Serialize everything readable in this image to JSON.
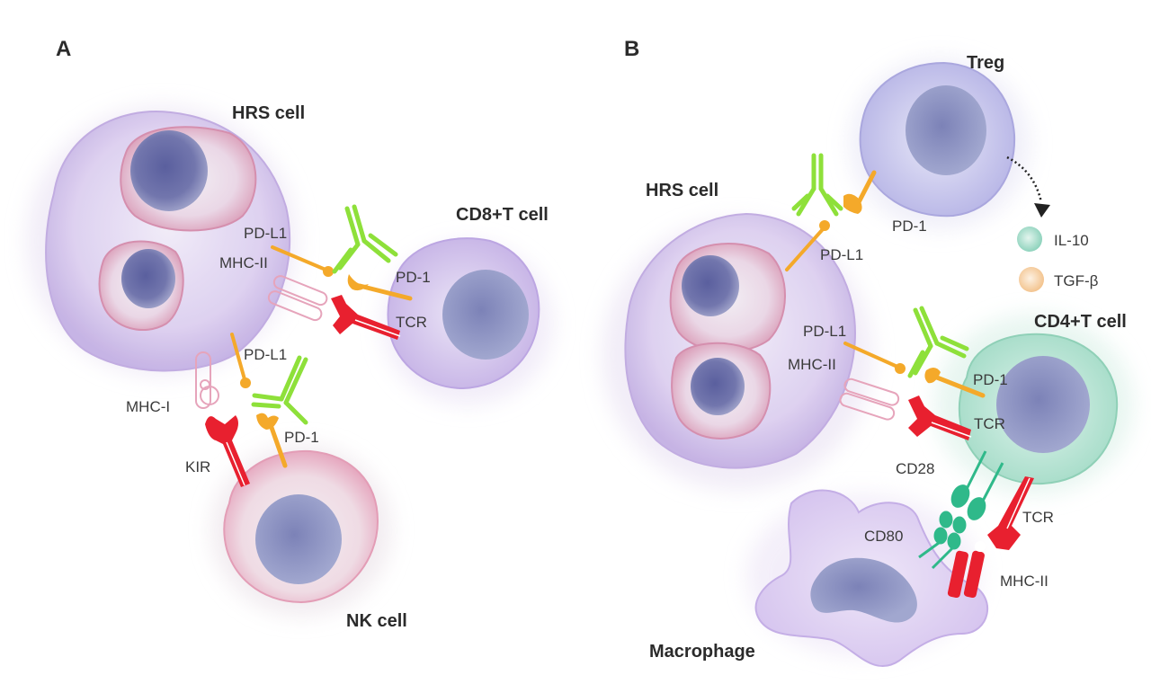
{
  "panels": {
    "a": {
      "letter": "A",
      "cells": {
        "hrs": "HRS cell",
        "cd8": "CD8+T cell",
        "nk": "NK cell"
      },
      "labels": {
        "pdl1_top": "PD-L1",
        "mhc2": "MHC-II",
        "pd1_cd8": "PD-1",
        "tcr": "TCR",
        "pdl1_bottom": "PD-L1",
        "mhc1": "MHC-I",
        "pd1_nk": "PD-1",
        "kir": "KIR"
      }
    },
    "b": {
      "letter": "B",
      "cells": {
        "treg": "Treg",
        "hrs": "HRS cell",
        "cd4": "CD4+T cell",
        "macrophage": "Macrophage"
      },
      "labels": {
        "pd1_treg": "PD-1",
        "pdl1_treg": "PD-L1",
        "pdl1_cd4": "PD-L1",
        "mhc2_hrs": "MHC-II",
        "pd1_cd4": "PD-1",
        "tcr_hrs": "TCR",
        "cd28": "CD28",
        "tcr_mac": "TCR",
        "cd80": "CD80",
        "mhc2_mac": "MHC-II"
      },
      "legend": [
        {
          "label": "IL-10",
          "color": "#8fd3bd"
        },
        {
          "label": "TGF-β",
          "color": "#f3c48f"
        }
      ]
    }
  },
  "colors": {
    "hrs_membrane": "#c9b8e8",
    "nucleus_envelope": "#e4a7bf",
    "nucleus": "#6f73a8",
    "cd4_membrane": "#a9e0cc",
    "nk_membrane": "#efb9c9",
    "pd1": "#f4a92a",
    "antibody": "#8ee03a",
    "tcr": "#e8202f",
    "cd28": "#2fb98a"
  }
}
